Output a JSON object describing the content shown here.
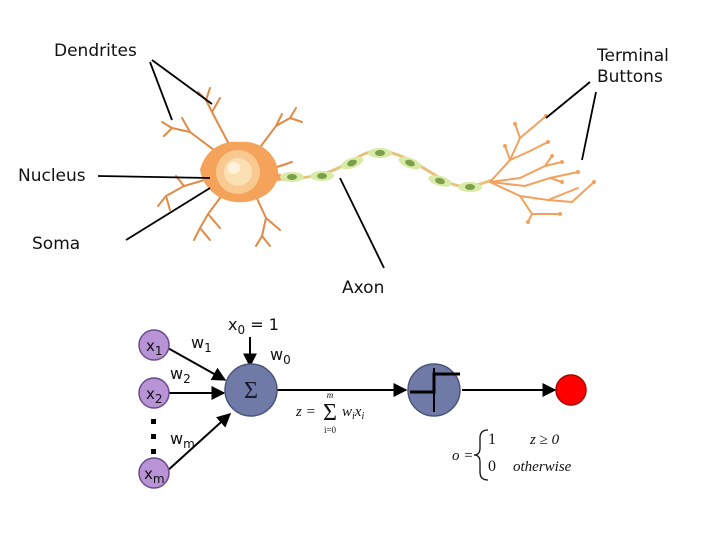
{
  "neuron": {
    "labels": {
      "dendrites": "Dendrites",
      "nucleus": "Nucleus",
      "soma": "Soma",
      "axon": "Axon",
      "terminal_line1": "Terminal",
      "terminal_line2": "Buttons"
    },
    "colors": {
      "soma": "#f5a25a",
      "soma_light": "#f9c98f",
      "nucleus": "#fbe0b4",
      "axon_sheath": "#d9e9a6",
      "axon_node": "#79a04a",
      "terminal": "#f3a15c"
    }
  },
  "perceptron": {
    "inputs": [
      {
        "base": "x",
        "sub": "1"
      },
      {
        "base": "x",
        "sub": "2"
      },
      {
        "base": "x",
        "sub": "m"
      }
    ],
    "weights": [
      {
        "base": "w",
        "sub": "1"
      },
      {
        "base": "w",
        "sub": "2"
      },
      {
        "base": "w",
        "sub": "m"
      }
    ],
    "bias_input": {
      "base": "x",
      "sub": "0",
      "rest": " = 1"
    },
    "bias_weight": {
      "base": "w",
      "sub": "0"
    },
    "sum_symbol": "Σ",
    "net_input": {
      "lhs": "z =",
      "sum_top": "m",
      "sum_bottom": "i=0",
      "term": "w",
      "term_sub": "i",
      "term2": "x",
      "term2_sub": "i"
    },
    "output_formula": {
      "lhs": "o =",
      "case1_value": "1",
      "case1_cond": "z ≥ 0",
      "case2_value": "0",
      "case2_cond": "otherwise"
    },
    "colors": {
      "input_node": "#b893d6",
      "input_stroke": "#6e4a8e",
      "sum_node": "#6f7aa6",
      "step_node": "#6f7aa6",
      "output_node": "#ff0000"
    }
  }
}
